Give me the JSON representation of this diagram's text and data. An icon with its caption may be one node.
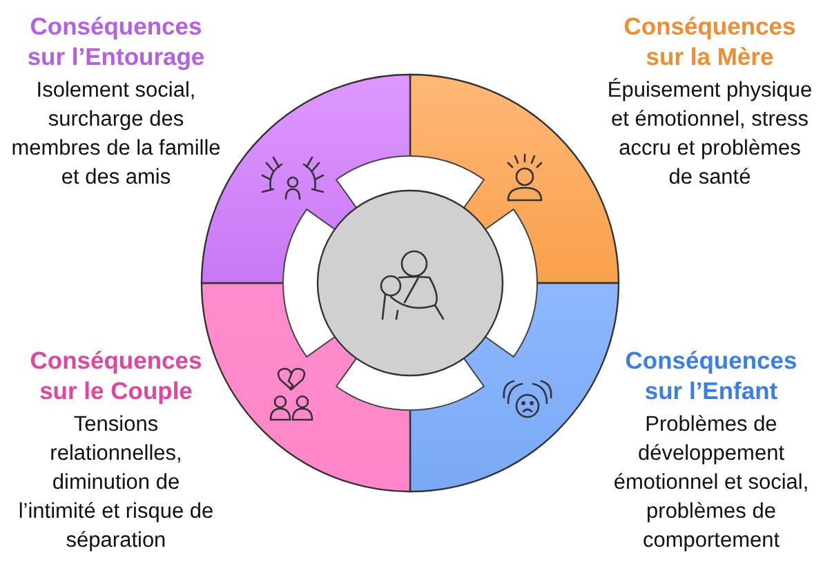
{
  "diagram": {
    "labels": [
      "Conséquences sur l’Entourage",
      "Isolement social, surcharge des membres de la famille et des amis",
      "Conséquences sur la Mère",
      "Épuisement physique et émotionnel, stress accru et problèmes de santé",
      "Conséquences sur le Couple",
      "Tensions relationnelles, diminution de l’intimité et risque de séparation",
      "Conséquences sur l’Enfant",
      "Problèmes de développement émotionnel et social, problèmes de comportement"
    ]
  }
}
